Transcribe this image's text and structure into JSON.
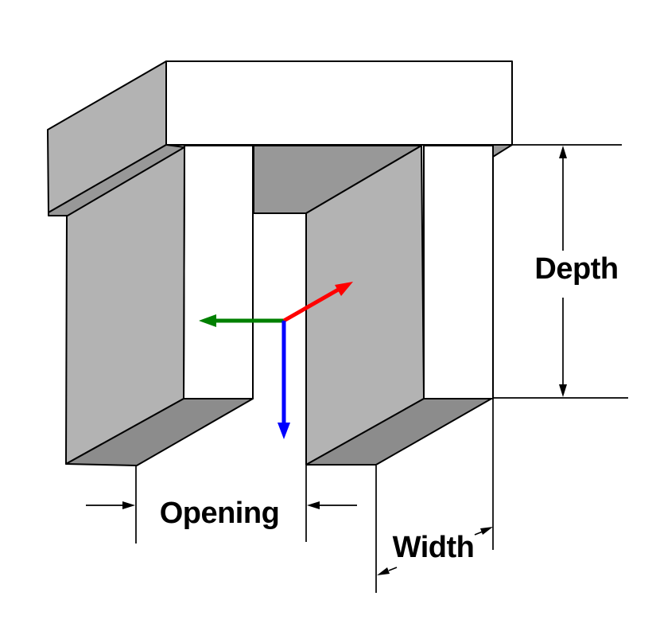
{
  "diagram": {
    "title": "slot-geometry-diagram",
    "labels": {
      "depth": "Depth",
      "opening": "Opening",
      "width": "Width"
    },
    "colors": {
      "outline": "#000000",
      "face_white": "#ffffff",
      "face_light": "#b3b3b3",
      "face_mid": "#989898",
      "face_dark": "#8c8c8c",
      "axis_x_red": "#ff0000",
      "axis_y_green": "#008000",
      "axis_z_blue": "#0000ff",
      "background": "#ffffff"
    }
  }
}
